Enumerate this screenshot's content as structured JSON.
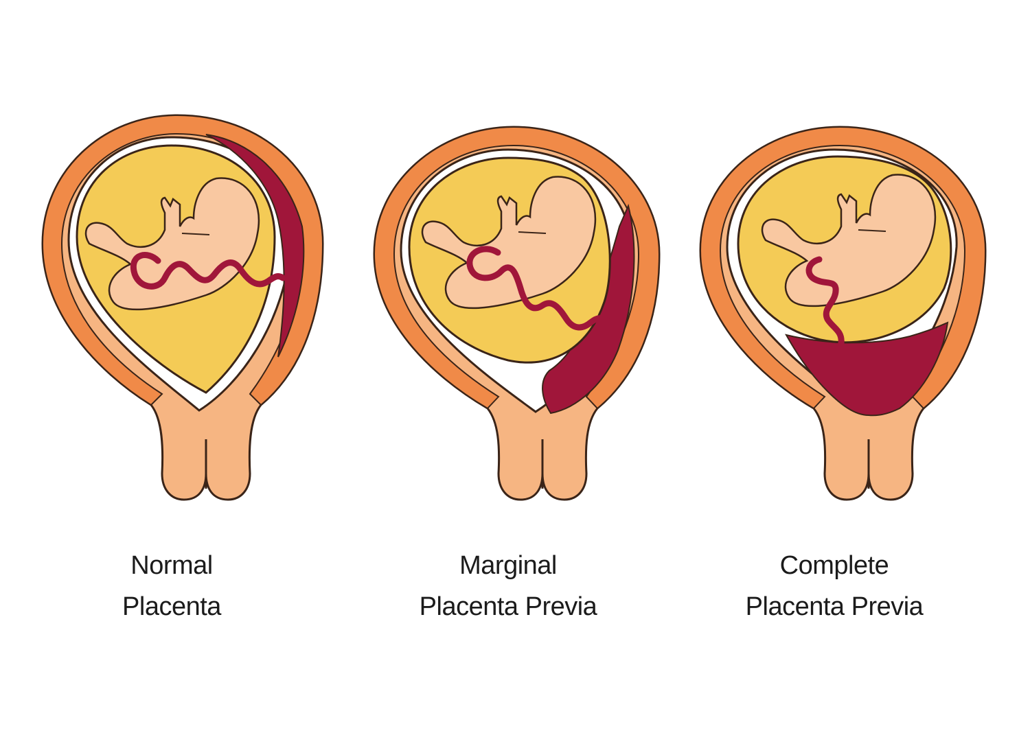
{
  "colors": {
    "uterus_outer": "#f08a48",
    "uterus_wall": "#f6b582",
    "amniotic_sac": "#f4cb56",
    "fetus": "#f9c8a1",
    "placenta": "#a0163a",
    "outline": "#3a2418"
  },
  "panels": [
    {
      "id": "normal",
      "line1": "Normal",
      "line2": "Placenta"
    },
    {
      "id": "marginal",
      "line1": "Marginal",
      "line2": "Placenta Previa"
    },
    {
      "id": "complete",
      "line1": "Complete",
      "line2": "Placenta Previa"
    }
  ]
}
